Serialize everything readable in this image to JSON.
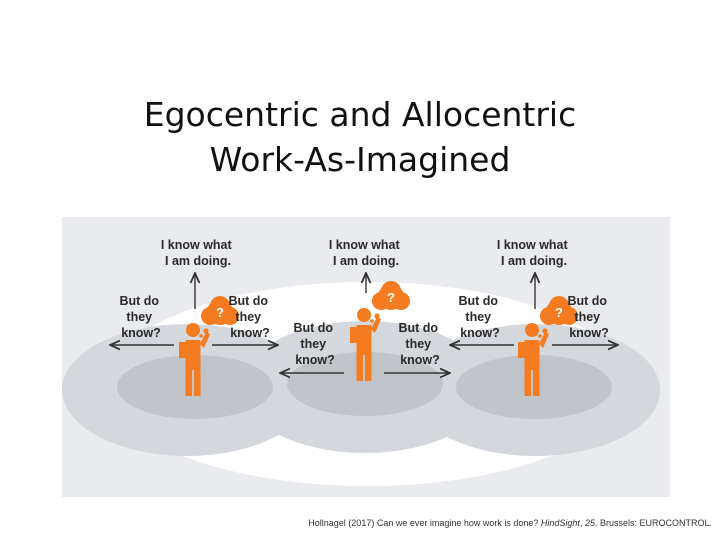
{
  "slide": {
    "title_line1": "Egocentric and Allocentric",
    "title_line2": "Work-As-Imagined"
  },
  "figure": {
    "self_label_line1": "I know what",
    "self_label_line2": "I am doing.",
    "others_label_line1": "But do",
    "others_label_line2": "they",
    "others_label_line3": "know?",
    "thought_symbol": "?",
    "person_icon": "person-icon",
    "thought_bubble_icon": "thought-bubble-icon",
    "colors": {
      "person": "#f47b20",
      "background": "#e9ebee",
      "outer_ellipse": "#d4d7db",
      "inner_ellipse": "#c1c4c9",
      "white_field": "#ffffff"
    }
  },
  "citation": {
    "before": "Hollnagel (2017) Can we ever imagine how work is done? ",
    "journal": "HindSight",
    "sep": ", ",
    "volume": "25",
    "after": ". Brussels: EUROCONTROL."
  }
}
